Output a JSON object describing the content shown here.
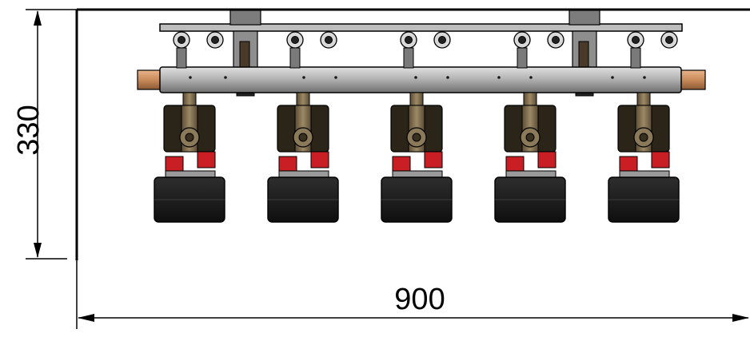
{
  "dimensions": {
    "height_label": "330",
    "width_label": "900"
  },
  "drawing": {
    "pump_group_count": 5,
    "colors": {
      "line": "#000000",
      "frame_grey": "#8e8e8e",
      "manifold_grey": "#a9a9a9",
      "copper": "#c98b5a",
      "brass": "#8a7a5a",
      "valve_red": "#c81e24",
      "pump_body": "#1a1a1a",
      "background": "#ffffff"
    }
  }
}
